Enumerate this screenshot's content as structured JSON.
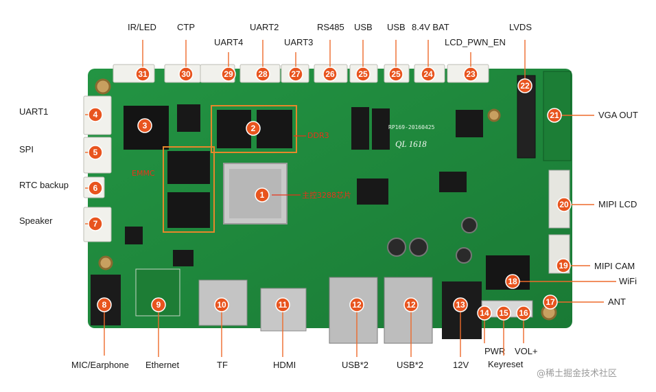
{
  "colors": {
    "pcb": "#1f8a3c",
    "pcb_dark": "#166b2d",
    "badge": "#e8541e",
    "leader": "#ee6a2a",
    "highlight_box": "#e8872a"
  },
  "board": {
    "silkscreen_model": "RP169-20160425",
    "silkscreen_mark": "QL 1618"
  },
  "inline_labels": {
    "ddr": "DDR3",
    "emmc": "EMMC",
    "cpu": "主控3288芯片"
  },
  "callouts": [
    {
      "num": "1",
      "label": ""
    },
    {
      "num": "2",
      "label": ""
    },
    {
      "num": "3",
      "label": ""
    },
    {
      "num": "4",
      "label": "UART1"
    },
    {
      "num": "5",
      "label": "SPI"
    },
    {
      "num": "6",
      "label": "RTC backup"
    },
    {
      "num": "7",
      "label": "Speaker"
    },
    {
      "num": "8",
      "label": "MIC/Earphone"
    },
    {
      "num": "9",
      "label": "Ethernet"
    },
    {
      "num": "10",
      "label": "TF"
    },
    {
      "num": "11",
      "label": "HDMI"
    },
    {
      "num": "12",
      "label": "USB*2"
    },
    {
      "num": "12",
      "label": "USB*2"
    },
    {
      "num": "13",
      "label": "12V"
    },
    {
      "num": "14",
      "label": "PWR"
    },
    {
      "num": "15",
      "label": "Keyreset"
    },
    {
      "num": "16",
      "label": "VOL+"
    },
    {
      "num": "17",
      "label": "ANT"
    },
    {
      "num": "18",
      "label": "WiFi"
    },
    {
      "num": "19",
      "label": "MIPI CAM"
    },
    {
      "num": "20",
      "label": "MIPI LCD"
    },
    {
      "num": "21",
      "label": "VGA OUT"
    },
    {
      "num": "22",
      "label": "LVDS"
    },
    {
      "num": "23",
      "label": "LCD_PWN_EN"
    },
    {
      "num": "24",
      "label": "8.4V BAT"
    },
    {
      "num": "25",
      "label": "USB"
    },
    {
      "num": "25",
      "label": "USB"
    },
    {
      "num": "26",
      "label": "RS485"
    },
    {
      "num": "27",
      "label": "UART3"
    },
    {
      "num": "28",
      "label": "UART2"
    },
    {
      "num": "29",
      "label": "UART4"
    },
    {
      "num": "30",
      "label": "CTP"
    },
    {
      "num": "31",
      "label": "IR/LED"
    }
  ],
  "watermark": "@稀土掘金技术社区"
}
